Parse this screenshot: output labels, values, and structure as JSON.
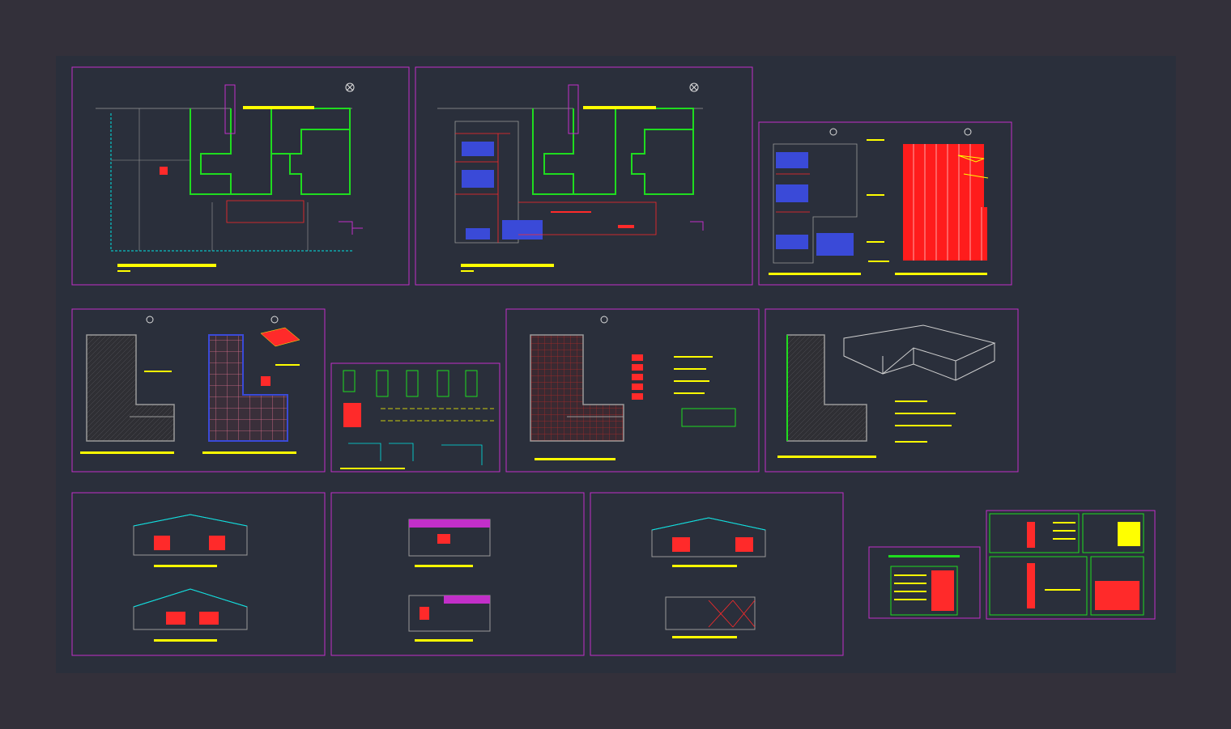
{
  "viewport": {
    "background_color": "#33303a",
    "model_space_color": "#2a2f3b"
  },
  "colors": {
    "sheet_frame": "#c22fc9",
    "wall": "#9a9a9a",
    "partition": "#1fdc1f",
    "title_bar": "#ffff00",
    "annotation": "#ff2a2a",
    "dimension": "#00e5e5",
    "fixtures": "#3a4ad8",
    "accent_white": "#e6e6e6"
  },
  "sheets": [
    {
      "id": "sheet-1-site-plan",
      "kind": "plan"
    },
    {
      "id": "sheet-2-floor-plan",
      "kind": "plan"
    },
    {
      "id": "sheet-3-roof-plan",
      "kind": "roof"
    },
    {
      "id": "sheet-4-floor-finishes",
      "kind": "plan"
    },
    {
      "id": "sheet-5-details",
      "kind": "details"
    },
    {
      "id": "sheet-6-installations",
      "kind": "plan"
    },
    {
      "id": "sheet-7-isometric",
      "kind": "3d"
    },
    {
      "id": "sheet-8-elevations",
      "kind": "elevation"
    },
    {
      "id": "sheet-9-sections",
      "kind": "section"
    },
    {
      "id": "sheet-10-sections",
      "kind": "section"
    },
    {
      "id": "sheet-11-notes",
      "kind": "table"
    },
    {
      "id": "sheet-12-schedules",
      "kind": "table"
    }
  ]
}
